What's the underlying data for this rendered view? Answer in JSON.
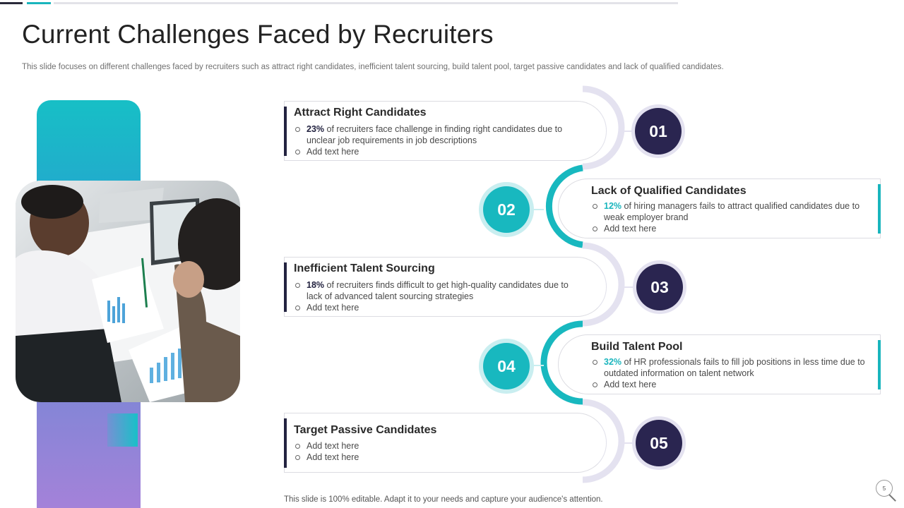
{
  "slide": {
    "title": "Current Challenges Faced by Recruiters",
    "subtitle": "This slide focuses on different challenges faced by recruiters such as attract right candidates, inefficient talent sourcing, build talent pool, target passive candidates and lack of qualified candidates.",
    "footer": "This slide is 100% editable. Adapt it to your needs and capture your audience's attention.",
    "page_number": "5"
  },
  "colors": {
    "dark": "#2a2550",
    "teal": "#18b8bf",
    "arc_light": "#e4e2f0"
  },
  "photo": {
    "icon": "people-reviewing-charts-photo"
  },
  "challenges": [
    {
      "number": "01",
      "title": "Attract  Right Candidates",
      "highlight": "23%",
      "text": " of recruiters face challenge in finding right candidates due to unclear job requirements  in job descriptions",
      "extra": "Add text here"
    },
    {
      "number": "02",
      "title": "Lack of Qualified Candidates",
      "highlight": "12%",
      "text": " of hiring managers fails to attract qualified candidates due to weak employer brand",
      "extra": "Add text here"
    },
    {
      "number": "03",
      "title": "Inefficient Talent Sourcing",
      "highlight": "18%",
      "text": " of recruiters finds difficult to get high-quality  candidates due to lack of advanced  talent  sourcing strategies",
      "extra": "Add text here"
    },
    {
      "number": "04",
      "title": "Build Talent Pool",
      "highlight": "32%",
      "text": " of HR professionals fails to fill job positions in less time due to outdated information  on talent network",
      "extra": "Add text here"
    },
    {
      "number": "05",
      "title": "Target Passive  Candidates",
      "line1": "Add text here",
      "extra": "Add text here"
    }
  ]
}
